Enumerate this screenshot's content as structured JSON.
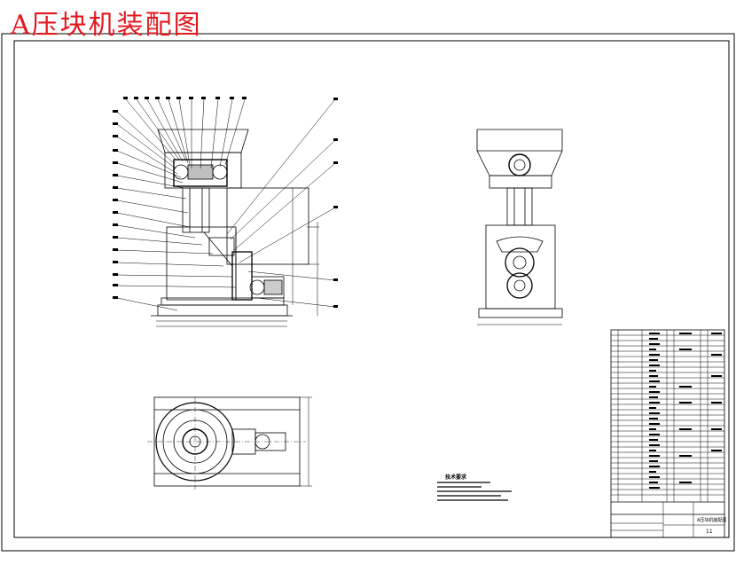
{
  "title": "A压块机装配图",
  "colors": {
    "title": "#e0191f",
    "frame": "#000000",
    "drawing": "#000000"
  },
  "notes": {
    "heading": "技术要求",
    "lines": [
      "",
      "",
      "",
      "",
      ""
    ]
  },
  "title_block": {
    "drawing_name": "A压块机装配图",
    "sheet_label": "11"
  }
}
